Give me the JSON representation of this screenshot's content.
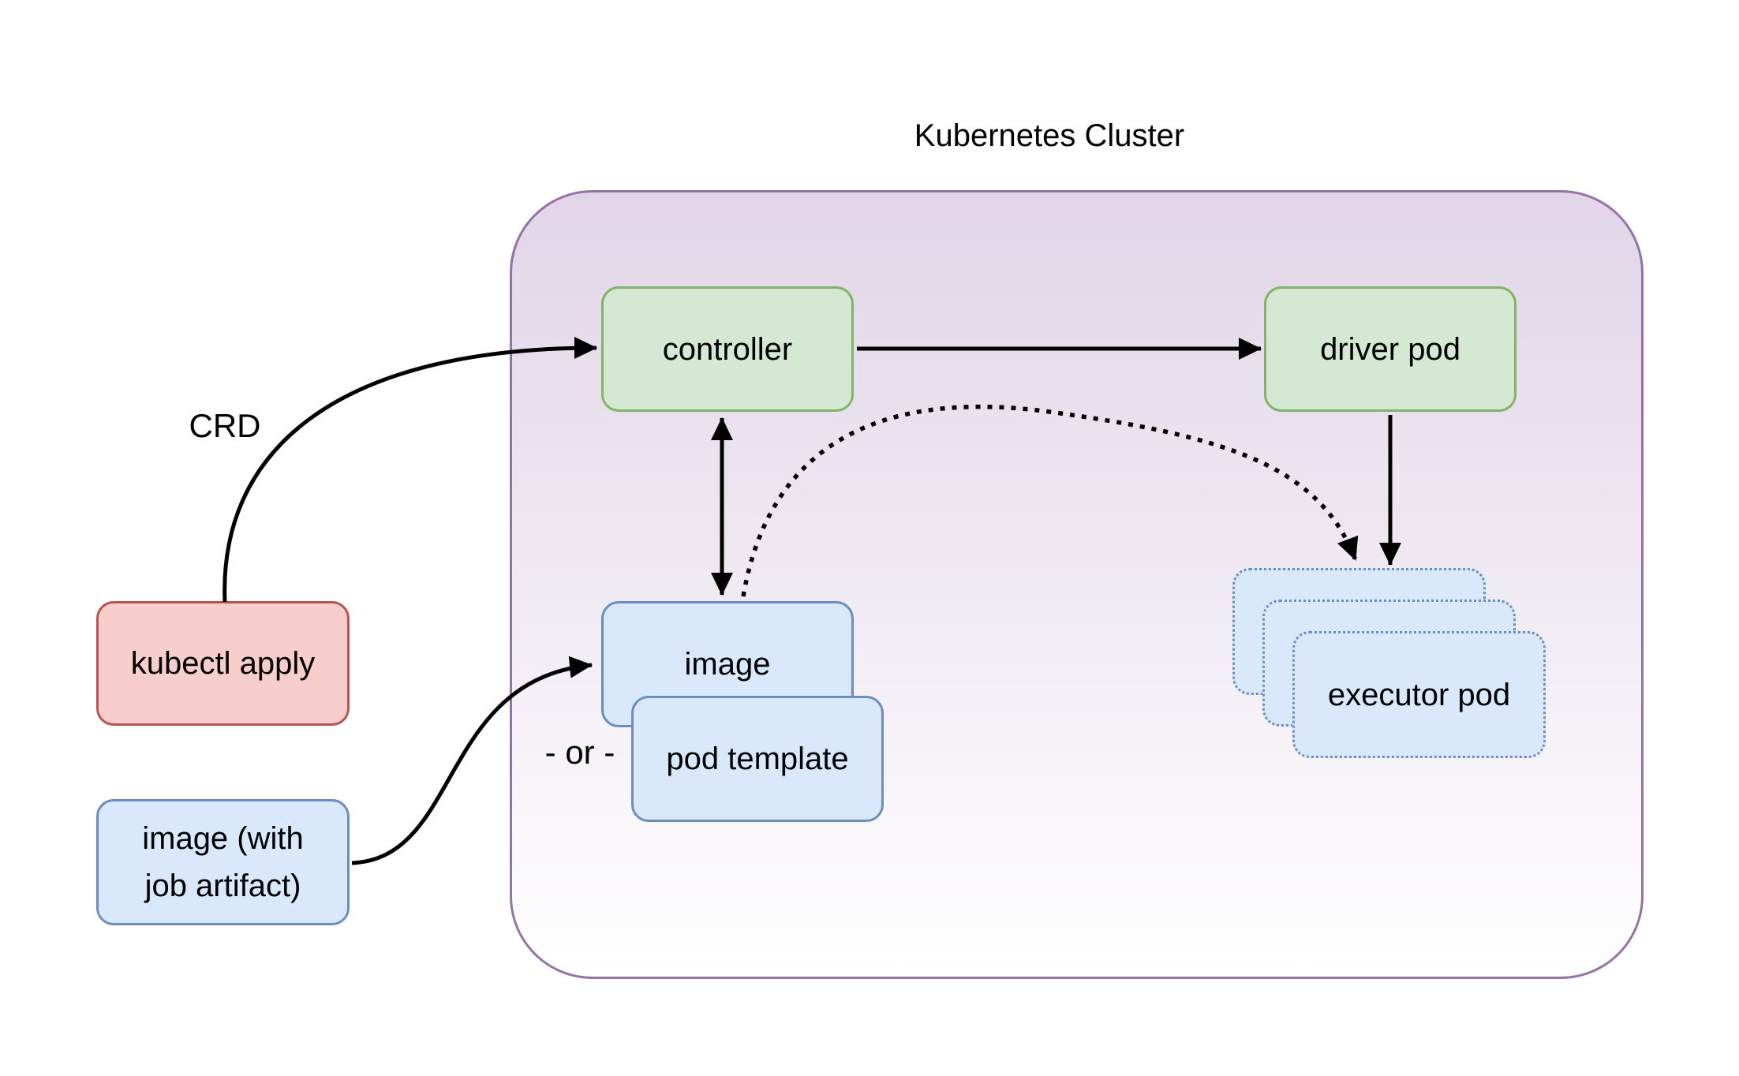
{
  "diagram": {
    "title": "Kubernetes Cluster",
    "nodes": {
      "controller": {
        "label": "controller"
      },
      "driver_pod": {
        "label": "driver pod"
      },
      "image": {
        "label": "image"
      },
      "pod_template": {
        "label": "pod template"
      },
      "executor_pod": {
        "label": "executor pod"
      },
      "kubectl_apply": {
        "label": "kubectl apply"
      },
      "image_with_job_artifact": {
        "label": "image (with job artifact)",
        "lines": [
          "image (with",
          "job artifact)"
        ]
      }
    },
    "labels": {
      "crd": "CRD",
      "or": "- or -"
    },
    "colors": {
      "green_fill": "#d5e8d4",
      "green_stroke": "#82b366",
      "blue_fill": "#dae8fc",
      "blue_stroke": "#6c8ebf",
      "red_fill": "#f8cecc",
      "red_stroke": "#b85450",
      "cluster_stroke": "#9673a6",
      "cluster_fill_top": "#e1d5e7",
      "cluster_fill_bottom": "#ffffff",
      "arrow": "#000000"
    }
  }
}
